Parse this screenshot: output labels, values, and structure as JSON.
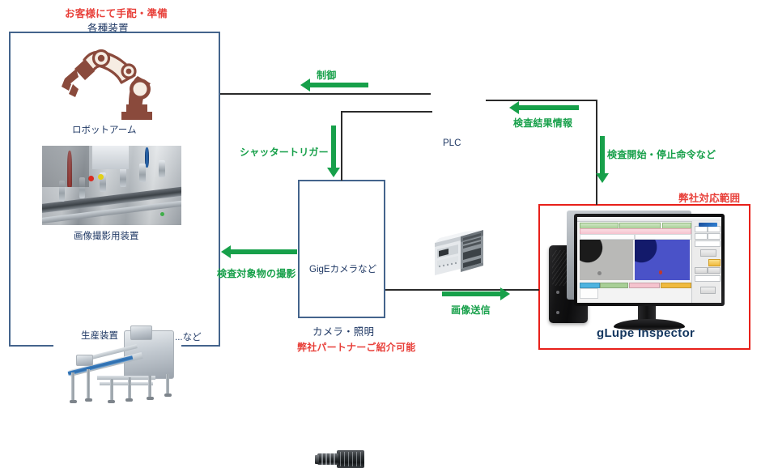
{
  "diagram": {
    "title_note_red": "お客様にて手配・準備",
    "equipment_group_label": "各種装置",
    "equipment_group": {
      "items": [
        {
          "id": "robot-arm",
          "label": "ロボットアーム",
          "icon": "robot-arm-icon"
        },
        {
          "id": "capture-rig",
          "label": "画像撮影用装置",
          "icon": "machine-photo"
        },
        {
          "id": "production",
          "label": "生産装置",
          "icon": "production-machine-photo"
        }
      ],
      "etc_label": "...など"
    },
    "plc": {
      "label": "PLC",
      "icon": "plc-module-icon"
    },
    "camera_group": {
      "device_label": "GigEカメラなど",
      "icon": "industrial-camera-icon",
      "caption": "カメラ・照明",
      "partner_note": "弊社パートナーご紹介可能"
    },
    "glupe": {
      "scope_note": "弊社対応範囲",
      "product_name": "gLupe Inspector",
      "pc_icon": "desktop-pc-icon",
      "monitor_icon": "monitor-icon"
    },
    "flows": [
      {
        "id": "control",
        "label": "制御",
        "direction": "left"
      },
      {
        "id": "shutter",
        "label": "シャッタートリガー",
        "direction": "down"
      },
      {
        "id": "result",
        "label": "検査結果情報",
        "direction": "left"
      },
      {
        "id": "start-stop",
        "label": "検査開始・停止命令など",
        "direction": "down"
      },
      {
        "id": "capture-target",
        "label": "検査対象物の撮影",
        "direction": "left"
      },
      {
        "id": "image-send",
        "label": "画像送信",
        "direction": "right"
      }
    ],
    "colors": {
      "accent_green": "#17A04A",
      "accent_red": "#E8201A",
      "note_red": "#E8403A",
      "box_blue": "#44648C",
      "text_navy": "#1F3864",
      "robot_brown": "#8A4A3C",
      "robot_cream": "#F6EDE3"
    }
  }
}
